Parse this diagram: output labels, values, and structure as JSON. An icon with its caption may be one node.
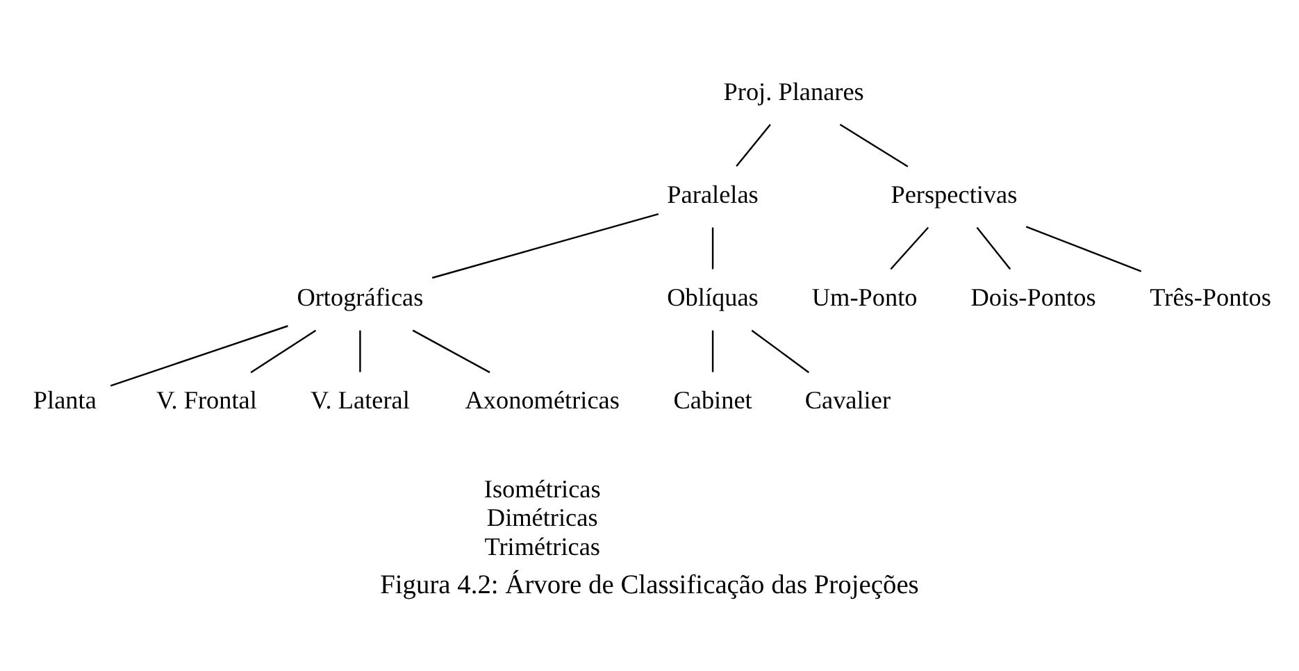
{
  "diagram": {
    "caption": "Figura 4.2: Árvore de Classificação das Projeções",
    "nodes": [
      {
        "text": [
          "Proj. Planares"
        ]
      },
      {
        "text": [
          "Paralelas"
        ]
      },
      {
        "text": [
          "Perspectivas"
        ]
      },
      {
        "text": [
          "Ortográficas"
        ]
      },
      {
        "text": [
          "Oblíquas"
        ]
      },
      {
        "text": [
          "Um-Ponto"
        ]
      },
      {
        "text": [
          "Dois-Pontos"
        ]
      },
      {
        "text": [
          "Três-Pontos"
        ]
      },
      {
        "text": [
          "Planta"
        ]
      },
      {
        "text": [
          "V. Frontal"
        ]
      },
      {
        "text": [
          "V. Lateral"
        ]
      },
      {
        "text": [
          "Axonométricas"
        ]
      },
      {
        "text": [
          "Cabinet"
        ]
      },
      {
        "text": [
          "Cavalier"
        ]
      }
    ],
    "edges": [
      {
        "from": 0,
        "to": 1,
        "arrow": "none"
      },
      {
        "from": 0,
        "to": 2,
        "arrow": "none"
      },
      {
        "from": 1,
        "to": 3,
        "arrow": "none"
      },
      {
        "from": 1,
        "to": 4,
        "arrow": "none"
      },
      {
        "from": 2,
        "to": 5,
        "arrow": "none"
      },
      {
        "from": 2,
        "to": 6,
        "arrow": "none"
      },
      {
        "from": 2,
        "to": 7,
        "arrow": "none"
      },
      {
        "from": 3,
        "to": 8,
        "arrow": "none"
      },
      {
        "from": 3,
        "to": 9,
        "arrow": "none"
      },
      {
        "from": 3,
        "to": 10,
        "arrow": "none"
      },
      {
        "from": 3,
        "to": 11,
        "arrow": "none"
      },
      {
        "from": 4,
        "to": 12,
        "arrow": "none"
      },
      {
        "from": 4,
        "to": 13,
        "arrow": "none"
      }
    ],
    "labels": [
      "Isométricas",
      "Dimétricas",
      "Trimétricas"
    ]
  }
}
